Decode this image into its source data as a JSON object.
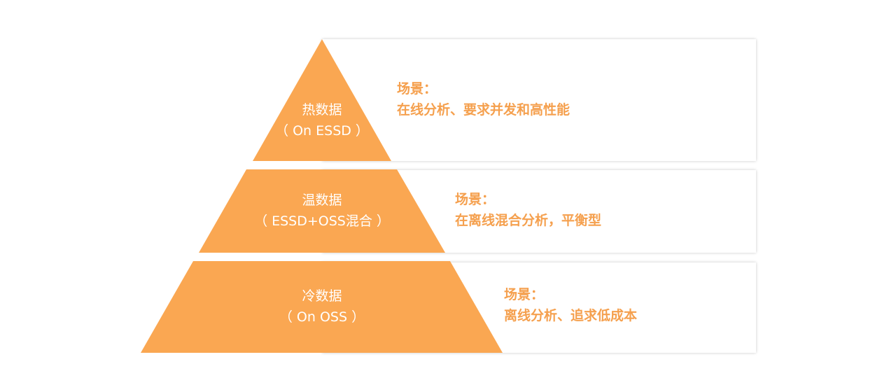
{
  "colors": {
    "accent": "#faa752",
    "scene_text": "#f5a04e",
    "tier_text": "#ffffff"
  },
  "tiers": [
    {
      "title": "热数据",
      "subtitle": "（ On ESSD ）",
      "scene_label": "场景：",
      "scene_desc": "在线分析、要求并发和高性能"
    },
    {
      "title": "温数据",
      "subtitle": "（ ESSD+OSS混合 ）",
      "scene_label": "场景：",
      "scene_desc": "在离线混合分析，平衡型"
    },
    {
      "title": "冷数据",
      "subtitle": "（ On OSS ）",
      "scene_label": "场景：",
      "scene_desc": "离线分析、追求低成本"
    }
  ]
}
